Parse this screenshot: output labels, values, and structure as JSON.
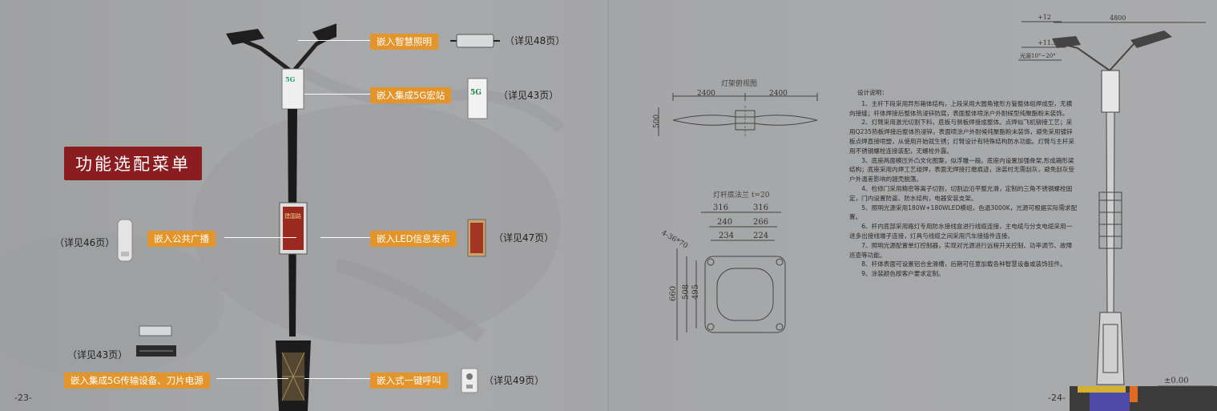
{
  "left_page": {
    "menu_title": "功能选配菜单",
    "page_number": "-23-",
    "modules": [
      {
        "tag": "嵌入智慧照明",
        "ref": "（详见48页）",
        "icon": "driver-box-icon"
      },
      {
        "tag": "嵌入集成5G宏站",
        "ref": "（详见43页）",
        "icon": "5g-base-station-icon"
      },
      {
        "tag": "嵌入公共广播",
        "ref": "（详见46页）",
        "icon": "speaker-icon"
      },
      {
        "tag": "嵌入LED信息发布",
        "ref": "（详见47页）",
        "icon": "led-display-icon"
      },
      {
        "tag": "嵌入集成5G传输设备、刀片电源",
        "ref": "（详见43页）",
        "icon": "blade-power-icon"
      },
      {
        "tag": "嵌入式一键呼叫",
        "ref": "（详见49页）",
        "icon": "intercom-icon"
      }
    ],
    "pole_badge": "5G",
    "pole_sign_text": "建国路"
  },
  "right_page": {
    "page_number": "-24-",
    "top_view": {
      "title": "灯架俯视图",
      "dim_left": "2400",
      "dim_right": "2400",
      "height": "500"
    },
    "flange": {
      "title": "灯杆底法兰 t=20",
      "row1": [
        "316",
        "316"
      ],
      "row2": [
        "240",
        "266"
      ],
      "row3": [
        "234",
        "224"
      ],
      "holes": "4-36*70",
      "v1": "660",
      "v2": "508",
      "v3": "495"
    },
    "elevation": {
      "width": "4800",
      "h1": "+12",
      "h2": "+11.5",
      "angle": "光源10°~20°",
      "ground": "±0.00"
    },
    "notes_title": "设计说明：",
    "notes": [
      "1、主杆下段采用异形箱体结构，上段采用大圆角锥形方管整体组焊成型，无横向接缝；杆体焊接后整体热浸锌防腐，表面整体喷涂户外耐候型纯聚酯粉末装饰。",
      "2、灯臂采用激光切割下料，底板与侧板焊接成整体。点焊似飞机铆接工艺；采用Q235热板焊接后整体热浸锌，表面喷涂户外耐候纯聚酯粉末装饰，避免采用镀锌板点焊直接喷塑，从使用开始就生锈；灯臂设计有特殊结构防水功能。灯臂与主杆采用不锈钢螺栓连接装配，无螺栓外露。",
      "3、底座两面模压外凸文化图案，似浮雕一般。底座内设置加强骨架,形成箱形梁结构；底座采用内焊工艺组焊，表面无焊接打磨痕迹，涂装时无需刮灰，避免刮灰受户外温差影响的翘壳脱落。",
      "4、检修门采用精密等离子切割，切割边沿平整光滑，定制的三角不锈钢螺栓固定，门内设置防盗、防水结构，电器安装支架。",
      "5、照明光源采用180W+180WLED模组，色温3000K，光源可根据实际需求配置。",
      "6、杆内底部采用路灯专用防水接线盒进行线缆连接，主电缆与分支电缆采用一进多出接线端子连接，灯具与线缆之间采用汽车接插件连接。",
      "7、照明光源配置单灯控制器，实现对光源进行远程开关控制、功率调节、故障巡查等功能。",
      "8、杆体表面可设置铝合金滑槽，后期可任意加载各种智慧设备或装饰挂件。",
      "9、涂装颜色按客户要求定制。"
    ],
    "colors": {
      "tag": "#e3942a",
      "menu": "#8b1c1f"
    }
  }
}
